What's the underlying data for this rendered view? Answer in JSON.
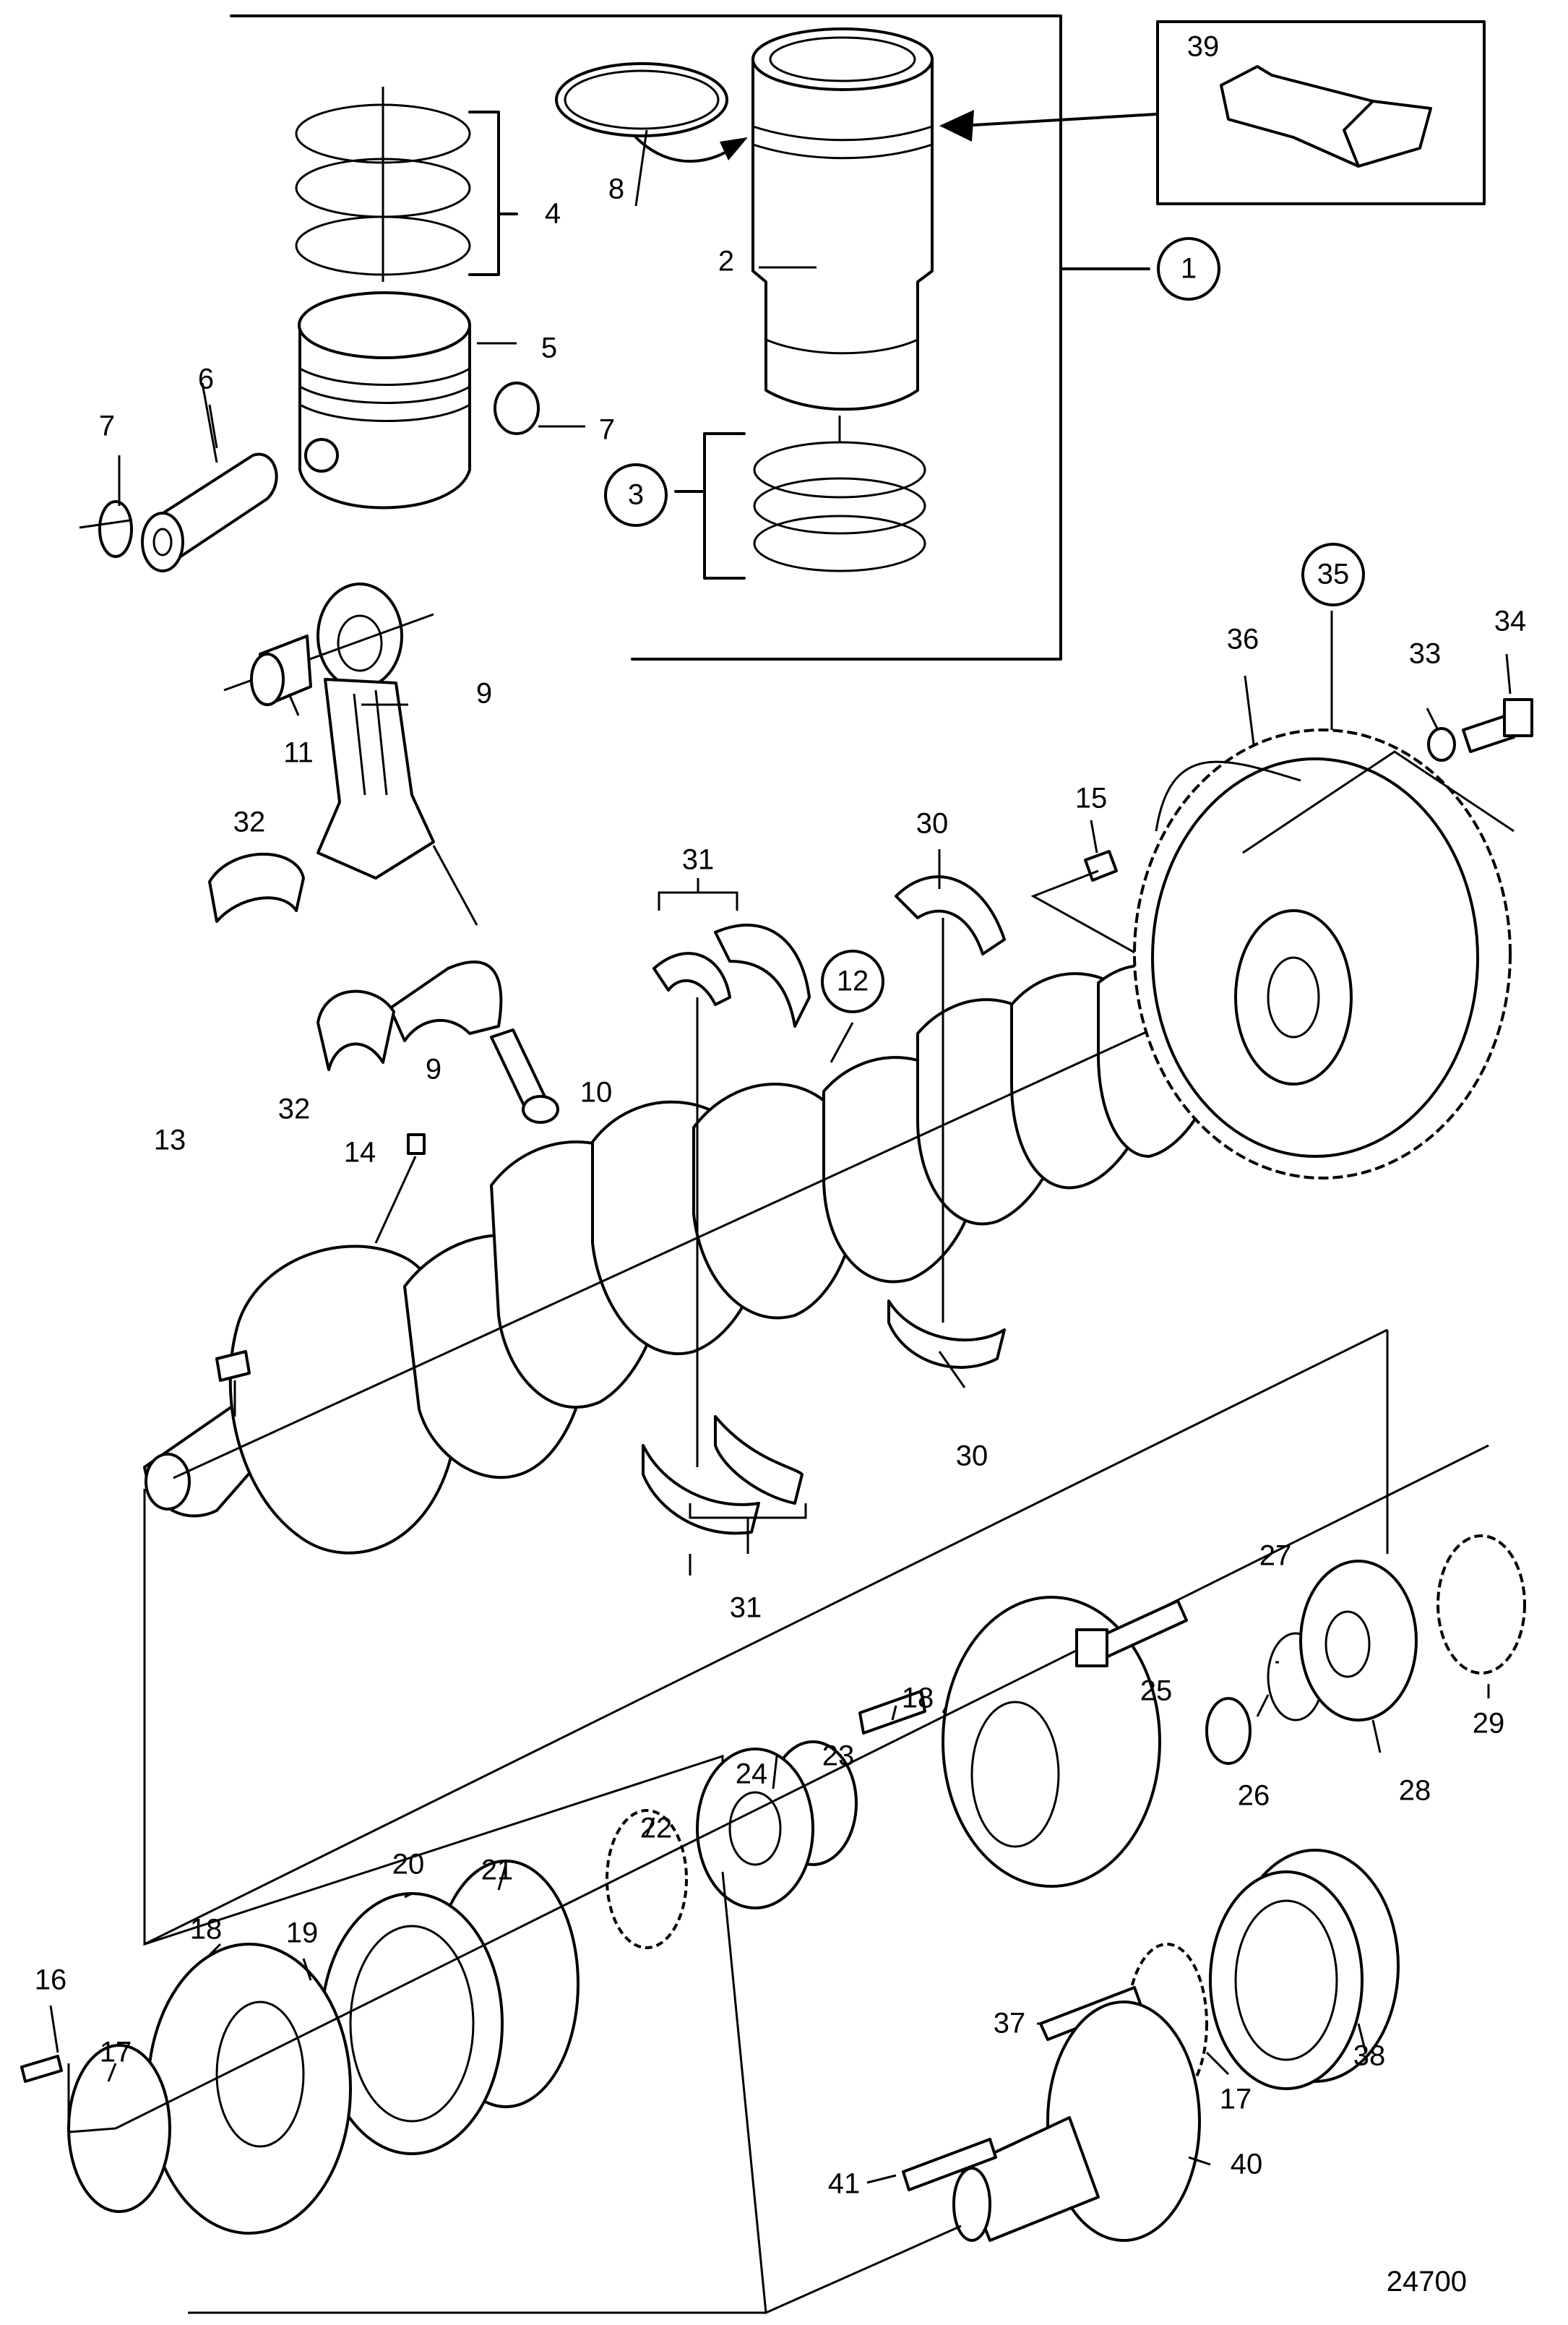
{
  "figure_ref": "24700",
  "callouts": [
    {
      "id": "c1",
      "text": "1",
      "circled": true
    },
    {
      "id": "c2",
      "text": "2"
    },
    {
      "id": "c3",
      "text": "3",
      "circled": true
    },
    {
      "id": "c4",
      "text": "4"
    },
    {
      "id": "c5",
      "text": "5"
    },
    {
      "id": "c6",
      "text": "6"
    },
    {
      "id": "c7a",
      "text": "7"
    },
    {
      "id": "c7b",
      "text": "7"
    },
    {
      "id": "c8",
      "text": "8"
    },
    {
      "id": "c9a",
      "text": "9"
    },
    {
      "id": "c9b",
      "text": "9"
    },
    {
      "id": "c10",
      "text": "10"
    },
    {
      "id": "c11",
      "text": "11"
    },
    {
      "id": "c12",
      "text": "12",
      "circled": true
    },
    {
      "id": "c13",
      "text": "13"
    },
    {
      "id": "c14",
      "text": "14"
    },
    {
      "id": "c15",
      "text": "15"
    },
    {
      "id": "c16",
      "text": "16"
    },
    {
      "id": "c17a",
      "text": "17"
    },
    {
      "id": "c17b",
      "text": "17"
    },
    {
      "id": "c18a",
      "text": "18"
    },
    {
      "id": "c18b",
      "text": "18"
    },
    {
      "id": "c19",
      "text": "19"
    },
    {
      "id": "c20",
      "text": "20"
    },
    {
      "id": "c21",
      "text": "21"
    },
    {
      "id": "c22",
      "text": "22"
    },
    {
      "id": "c23",
      "text": "23"
    },
    {
      "id": "c24",
      "text": "24"
    },
    {
      "id": "c25",
      "text": "25"
    },
    {
      "id": "c26",
      "text": "26"
    },
    {
      "id": "c27",
      "text": "27"
    },
    {
      "id": "c28",
      "text": "28"
    },
    {
      "id": "c29",
      "text": "29"
    },
    {
      "id": "c30a",
      "text": "30"
    },
    {
      "id": "c30b",
      "text": "30"
    },
    {
      "id": "c31a",
      "text": "31"
    },
    {
      "id": "c31b",
      "text": "31"
    },
    {
      "id": "c32a",
      "text": "32"
    },
    {
      "id": "c32b",
      "text": "32"
    },
    {
      "id": "c33",
      "text": "33"
    },
    {
      "id": "c34",
      "text": "34"
    },
    {
      "id": "c35",
      "text": "35",
      "circled": true
    },
    {
      "id": "c36",
      "text": "36"
    },
    {
      "id": "c37",
      "text": "37"
    },
    {
      "id": "c38",
      "text": "38"
    },
    {
      "id": "c39",
      "text": "39"
    },
    {
      "id": "c40",
      "text": "40"
    },
    {
      "id": "c41",
      "text": "41"
    }
  ]
}
